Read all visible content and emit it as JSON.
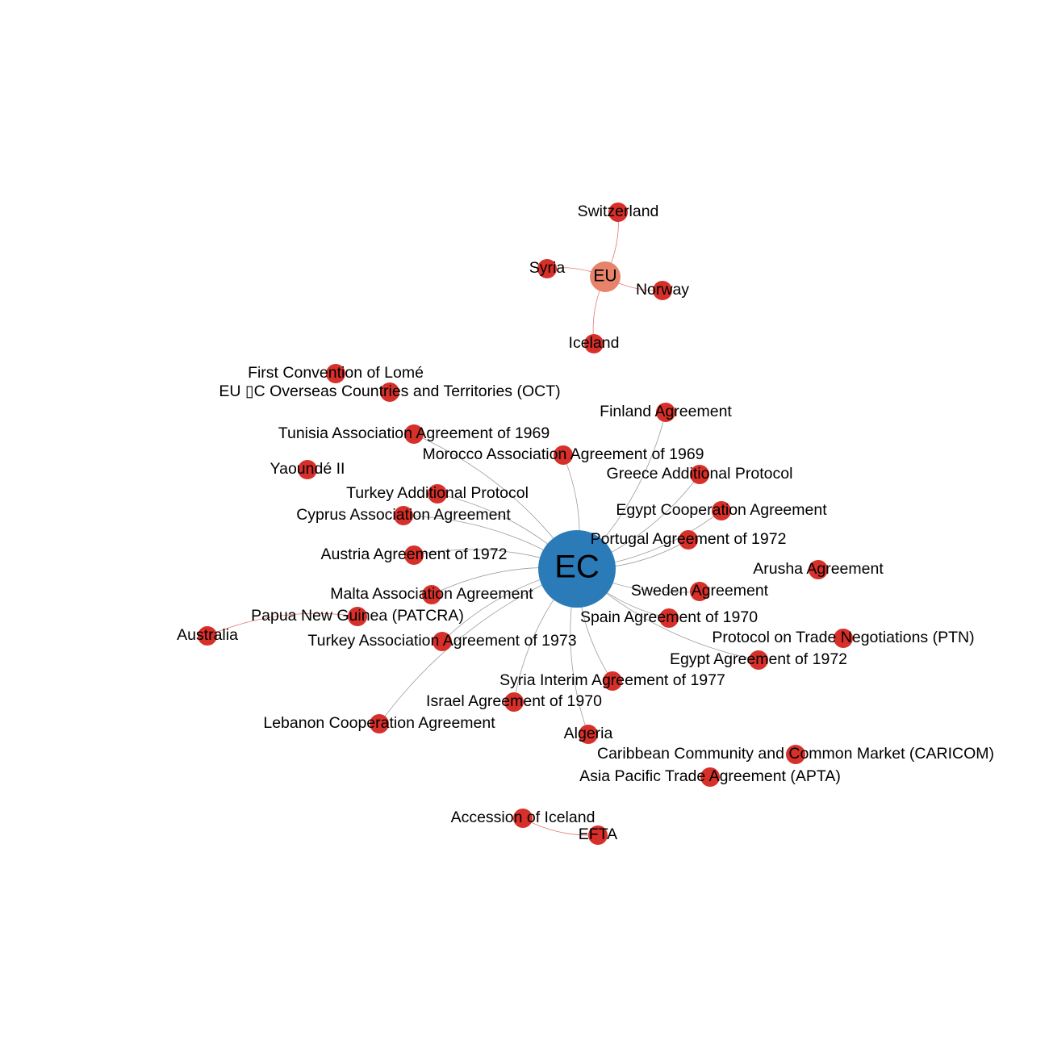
{
  "colors": {
    "hub": "#2B7BB9",
    "eu": "#E8836B",
    "node": "#D7302A",
    "edge_ec": "#8C8C8C",
    "edge_red": "#E06060",
    "text": "#000000"
  },
  "nodes": [
    {
      "id": "ec",
      "label": "EC",
      "kind": "hub"
    },
    {
      "id": "eu",
      "label": "EU",
      "kind": "eu"
    },
    {
      "id": "switzerland",
      "label": "Switzerland"
    },
    {
      "id": "syria",
      "label": "Syria"
    },
    {
      "id": "norway",
      "label": "Norway"
    },
    {
      "id": "iceland",
      "label": "Iceland"
    },
    {
      "id": "lome",
      "label": "First Convention of Lomé"
    },
    {
      "id": "oct",
      "label": "EU ▯C Overseas Countries and Territories (OCT)"
    },
    {
      "id": "finland",
      "label": "Finland Agreement"
    },
    {
      "id": "tunisia",
      "label": "Tunisia Association Agreement of 1969"
    },
    {
      "id": "morocco",
      "label": "Morocco Association Agreement of 1969"
    },
    {
      "id": "yaounde",
      "label": "Yaoundé II"
    },
    {
      "id": "greece",
      "label": "Greece Additional Protocol"
    },
    {
      "id": "turkey_ap",
      "label": "Turkey Additional Protocol"
    },
    {
      "id": "cyprus",
      "label": "Cyprus Association Agreement"
    },
    {
      "id": "egypt_coop",
      "label": "Egypt Cooperation Agreement"
    },
    {
      "id": "portugal",
      "label": "Portugal Agreement of 1972"
    },
    {
      "id": "austria",
      "label": "Austria Agreement of 1972"
    },
    {
      "id": "arusha",
      "label": "Arusha  Agreement"
    },
    {
      "id": "malta",
      "label": "Malta Association Agreement"
    },
    {
      "id": "sweden",
      "label": "Sweden Agreement"
    },
    {
      "id": "png",
      "label": "Papua New Guinea (PATCRA)"
    },
    {
      "id": "spain",
      "label": "Spain Agreement of 1970"
    },
    {
      "id": "australia",
      "label": "Australia"
    },
    {
      "id": "ptn",
      "label": "Protocol on Trade Negotiations (PTN)"
    },
    {
      "id": "turkey_aa",
      "label": "Turkey Association Agreement of 1973"
    },
    {
      "id": "egypt_72",
      "label": "Egypt Agreement of 1972"
    },
    {
      "id": "syria_interim",
      "label": "Syria Interim Agreement of 1977"
    },
    {
      "id": "israel",
      "label": "Israel Agreement of 1970"
    },
    {
      "id": "lebanon",
      "label": "Lebanon Cooperation Agreement"
    },
    {
      "id": "algeria",
      "label": "Algeria"
    },
    {
      "id": "caricom",
      "label": "Caribbean Community and Common Market (CARICOM)"
    },
    {
      "id": "apta",
      "label": "Asia Pacific Trade Agreement (APTA)"
    },
    {
      "id": "iceland_acc",
      "label": "Accession of Iceland"
    },
    {
      "id": "efta",
      "label": "EFTA"
    }
  ],
  "edges": [
    {
      "source": "eu",
      "target": "switzerland"
    },
    {
      "source": "eu",
      "target": "syria"
    },
    {
      "source": "eu",
      "target": "norway"
    },
    {
      "source": "eu",
      "target": "iceland"
    },
    {
      "source": "ec",
      "target": "finland"
    },
    {
      "source": "ec",
      "target": "tunisia"
    },
    {
      "source": "ec",
      "target": "morocco"
    },
    {
      "source": "ec",
      "target": "greece"
    },
    {
      "source": "ec",
      "target": "turkey_ap"
    },
    {
      "source": "ec",
      "target": "cyprus"
    },
    {
      "source": "ec",
      "target": "egypt_coop"
    },
    {
      "source": "ec",
      "target": "portugal"
    },
    {
      "source": "ec",
      "target": "austria"
    },
    {
      "source": "ec",
      "target": "malta"
    },
    {
      "source": "ec",
      "target": "sweden"
    },
    {
      "source": "ec",
      "target": "spain"
    },
    {
      "source": "ec",
      "target": "egypt_72"
    },
    {
      "source": "ec",
      "target": "turkey_aa"
    },
    {
      "source": "ec",
      "target": "syria_interim"
    },
    {
      "source": "ec",
      "target": "israel"
    },
    {
      "source": "ec",
      "target": "lebanon"
    },
    {
      "source": "ec",
      "target": "algeria"
    },
    {
      "source": "png",
      "target": "australia"
    },
    {
      "source": "iceland_acc",
      "target": "efta"
    }
  ]
}
